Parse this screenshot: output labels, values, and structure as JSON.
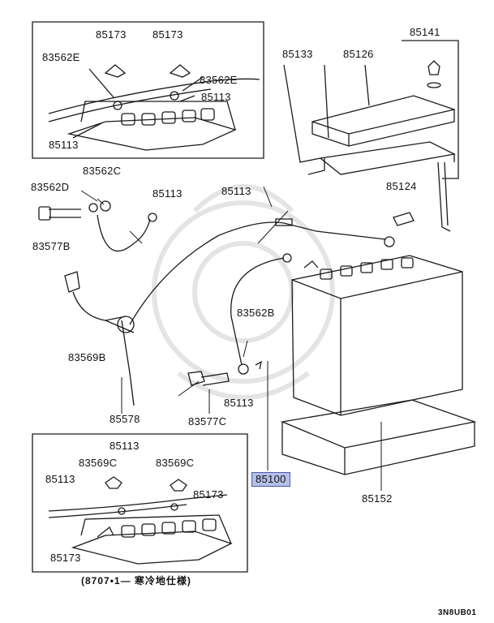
{
  "part_labels": {
    "p85173_a": "85173",
    "p85173_b": "85173",
    "p83562E_a": "83562E",
    "p83562E_b": "83562E",
    "p85113_top": "85113",
    "p85113_topleft": "85113",
    "p85133": "85133",
    "p85126": "85126",
    "p85141": "85141",
    "p83562C": "83562C",
    "p83562D": "83562D",
    "p85113_mid": "85113",
    "p85113_cable": "85113",
    "p85124": "85124",
    "p83577B": "83577B",
    "p83569B": "83569B",
    "p83562B": "83562B",
    "p85113_lower": "85113",
    "p85578": "85578",
    "p83577C": "83577C",
    "p85113_inset2": "85113",
    "p83569C_a": "83569C",
    "p83569C_b": "83569C",
    "p85113_inset2left": "85113",
    "p85173_c": "85173",
    "p85173_d": "85173",
    "p85100": "85100",
    "p85152": "85152"
  },
  "inset_note": "(8707•1— 寒冷地仕様)",
  "drawing_code": "3N8UB01",
  "colors": {
    "highlight_fill": "#b5bfe6",
    "highlight_border": "#4a5aa8",
    "line": "#1a1a1a",
    "watermark": "#e6e6e6"
  }
}
